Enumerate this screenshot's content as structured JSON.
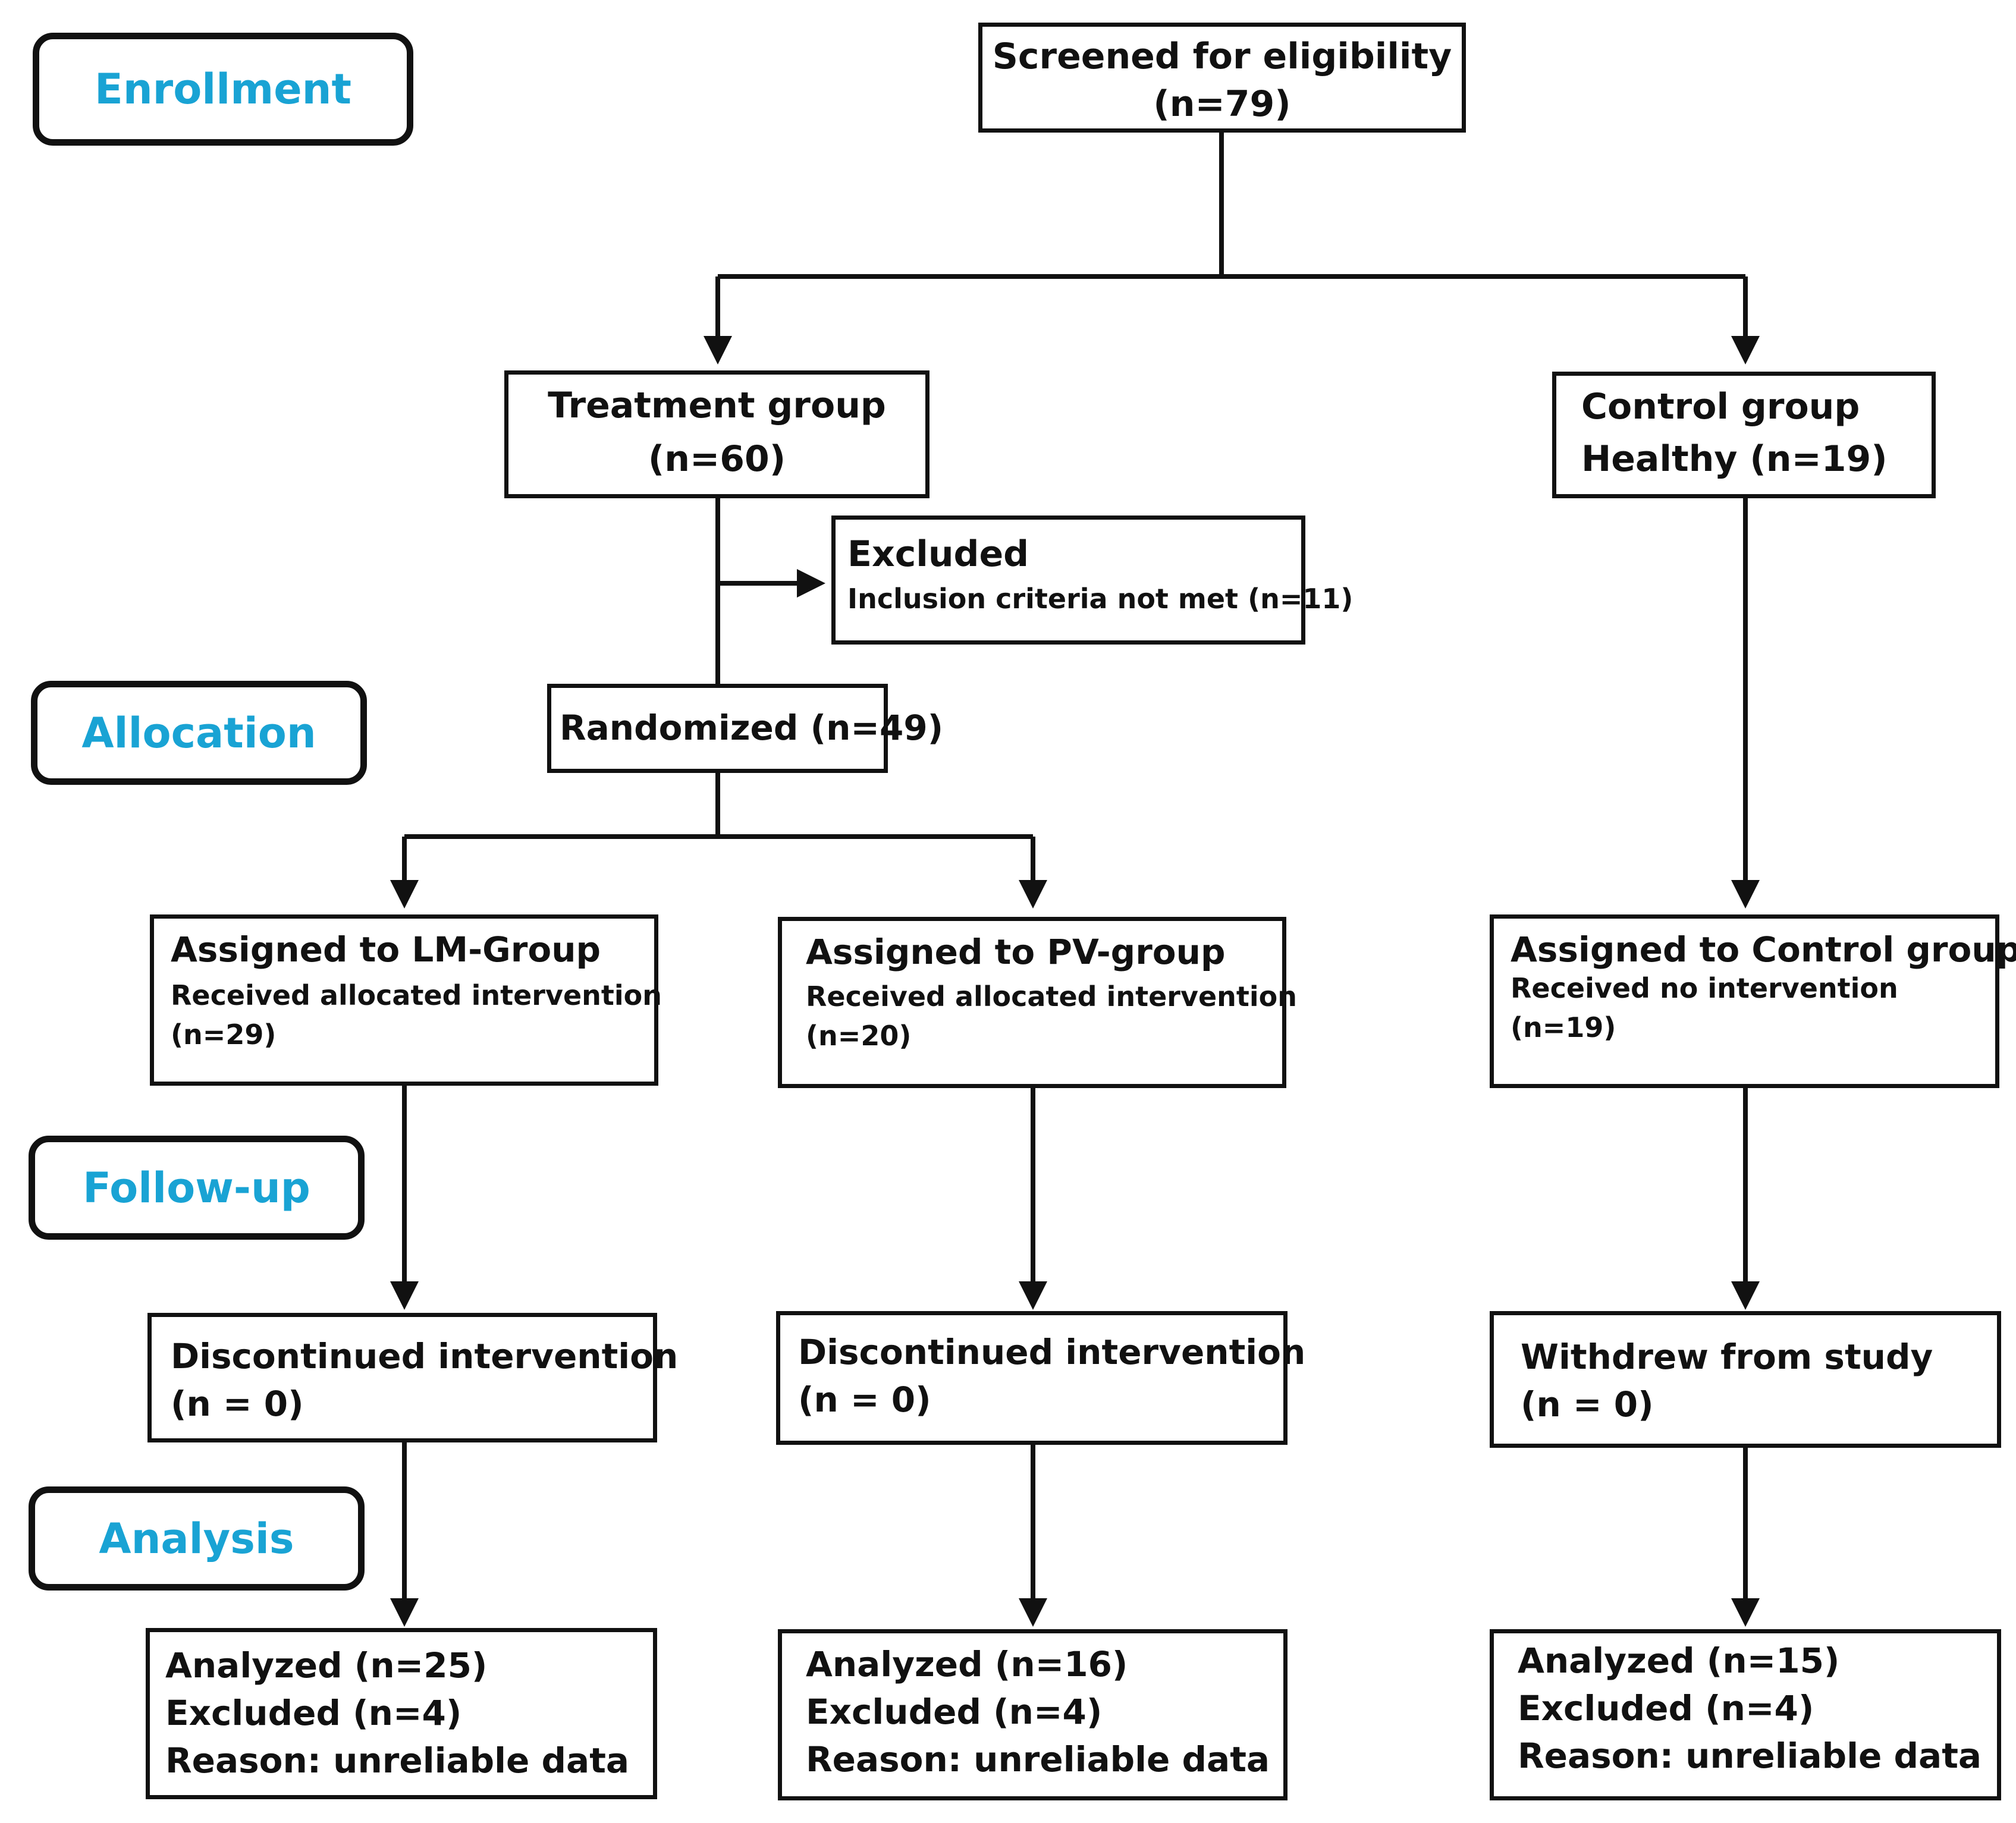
{
  "stages": {
    "enrollment": "Enrollment",
    "allocation": "Allocation",
    "followup": "Follow-up",
    "analysis": "Analysis"
  },
  "colors": {
    "stage_text": "#19a3d4",
    "lines": "#111111"
  },
  "boxes": {
    "screened": {
      "line1": "Screened for eligibility",
      "line2": "(n=79)"
    },
    "treatment": {
      "line1": "Treatment group",
      "line2": "(n=60)"
    },
    "control": {
      "line1": "Control group",
      "line2": "Healthy (n=19)"
    },
    "excluded": {
      "title": "Excluded",
      "detail": "Inclusion criteria not met (n=11)"
    },
    "randomized": {
      "text": "Randomized (n=49)"
    },
    "lm_group": {
      "title": "Assigned to LM-Group",
      "detail": "Received allocated intervention",
      "count": "(n=29)"
    },
    "pv_group": {
      "title": "Assigned to PV-group",
      "detail": "Received allocated intervention",
      "count": "(n=20)"
    },
    "control_assigned": {
      "title": "Assigned to Control group",
      "detail": "Received no intervention",
      "count": "(n=19)"
    },
    "lm_followup": {
      "line1": "Discontinued intervention",
      "line2": "(n = 0)"
    },
    "pv_followup": {
      "line1": "Discontinued intervention",
      "line2": "(n = 0)"
    },
    "control_followup": {
      "line1": "Withdrew from study",
      "line2": "(n = 0)"
    },
    "lm_analysis": {
      "line1": "Analyzed (n=25)",
      "line2": "Excluded (n=4)",
      "line3": "Reason:  unreliable data"
    },
    "pv_analysis": {
      "line1": "Analyzed (n=16)",
      "line2": "Excluded (n=4)",
      "line3": "Reason:  unreliable data"
    },
    "control_analysis": {
      "line1": "Analyzed (n=15)",
      "line2": "Excluded (n=4)",
      "line3": "Reason:  unreliable data"
    }
  }
}
